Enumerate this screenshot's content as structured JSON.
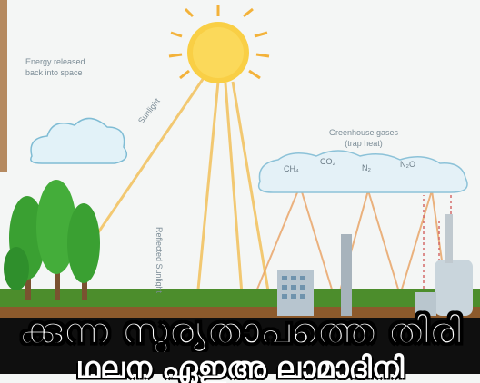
{
  "diagram": {
    "labels": {
      "energy_released": [
        "Energy released",
        "back into space"
      ],
      "sunlight": "Sunlight",
      "reflected_sunlight": "Reflected Sunlight",
      "greenhouse_gases": [
        "Greenhouse gases",
        "(trap heat)"
      ]
    },
    "gases": [
      "CH₄",
      "CO₂",
      "N₂",
      "N₂O"
    ],
    "colors": {
      "sky": "#f4f6f5",
      "sun": "#f7c63a",
      "rays": "#f2b84b",
      "cloud": "#d8eef7",
      "grass": "#4a8a2a",
      "soil": "#8b5a2b",
      "tree": "#3fa334",
      "factory": "#c9d3da"
    },
    "icons": [
      "sun-icon",
      "cloud-icon",
      "tree-icon",
      "factory-icon",
      "building-icon"
    ]
  },
  "caption": {
    "line1": "ക്കുന്ന സൂര്യതാപത്തെ തിരി",
    "line2": "ഥലന ഏഇഅ ലാമാദിനി"
  }
}
